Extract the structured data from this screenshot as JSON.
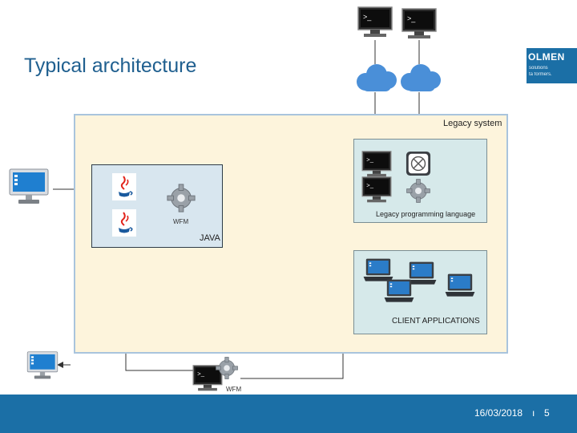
{
  "slide": {
    "title": "Typical architecture"
  },
  "logo": {
    "brand": "OLMEN",
    "tagline_1": "solutions",
    "tagline_2": "ta formers."
  },
  "diagram": {
    "legacy_system_label": "Legacy system",
    "java_label": "JAVA",
    "wfm_inner_label": "WFM",
    "legacy_language_label": "Legacy programming language",
    "client_apps_label": "CLIENT APPLICATIONS",
    "wfm_outer_label": "WFM"
  },
  "footer": {
    "date": "16/03/2018",
    "separator": "ı",
    "page_number": "5"
  },
  "colors": {
    "brand_blue": "#1b6fa6",
    "cloud_blue": "#4a8fd8",
    "legacy_fill": "#fdf4dc",
    "bus_orange": "#f3c6a4"
  },
  "icons": [
    "terminal-icon",
    "cloud-icon",
    "java-icon",
    "gear-icon",
    "desktop-monitor-icon",
    "laptop-icon",
    "hub-icon"
  ]
}
